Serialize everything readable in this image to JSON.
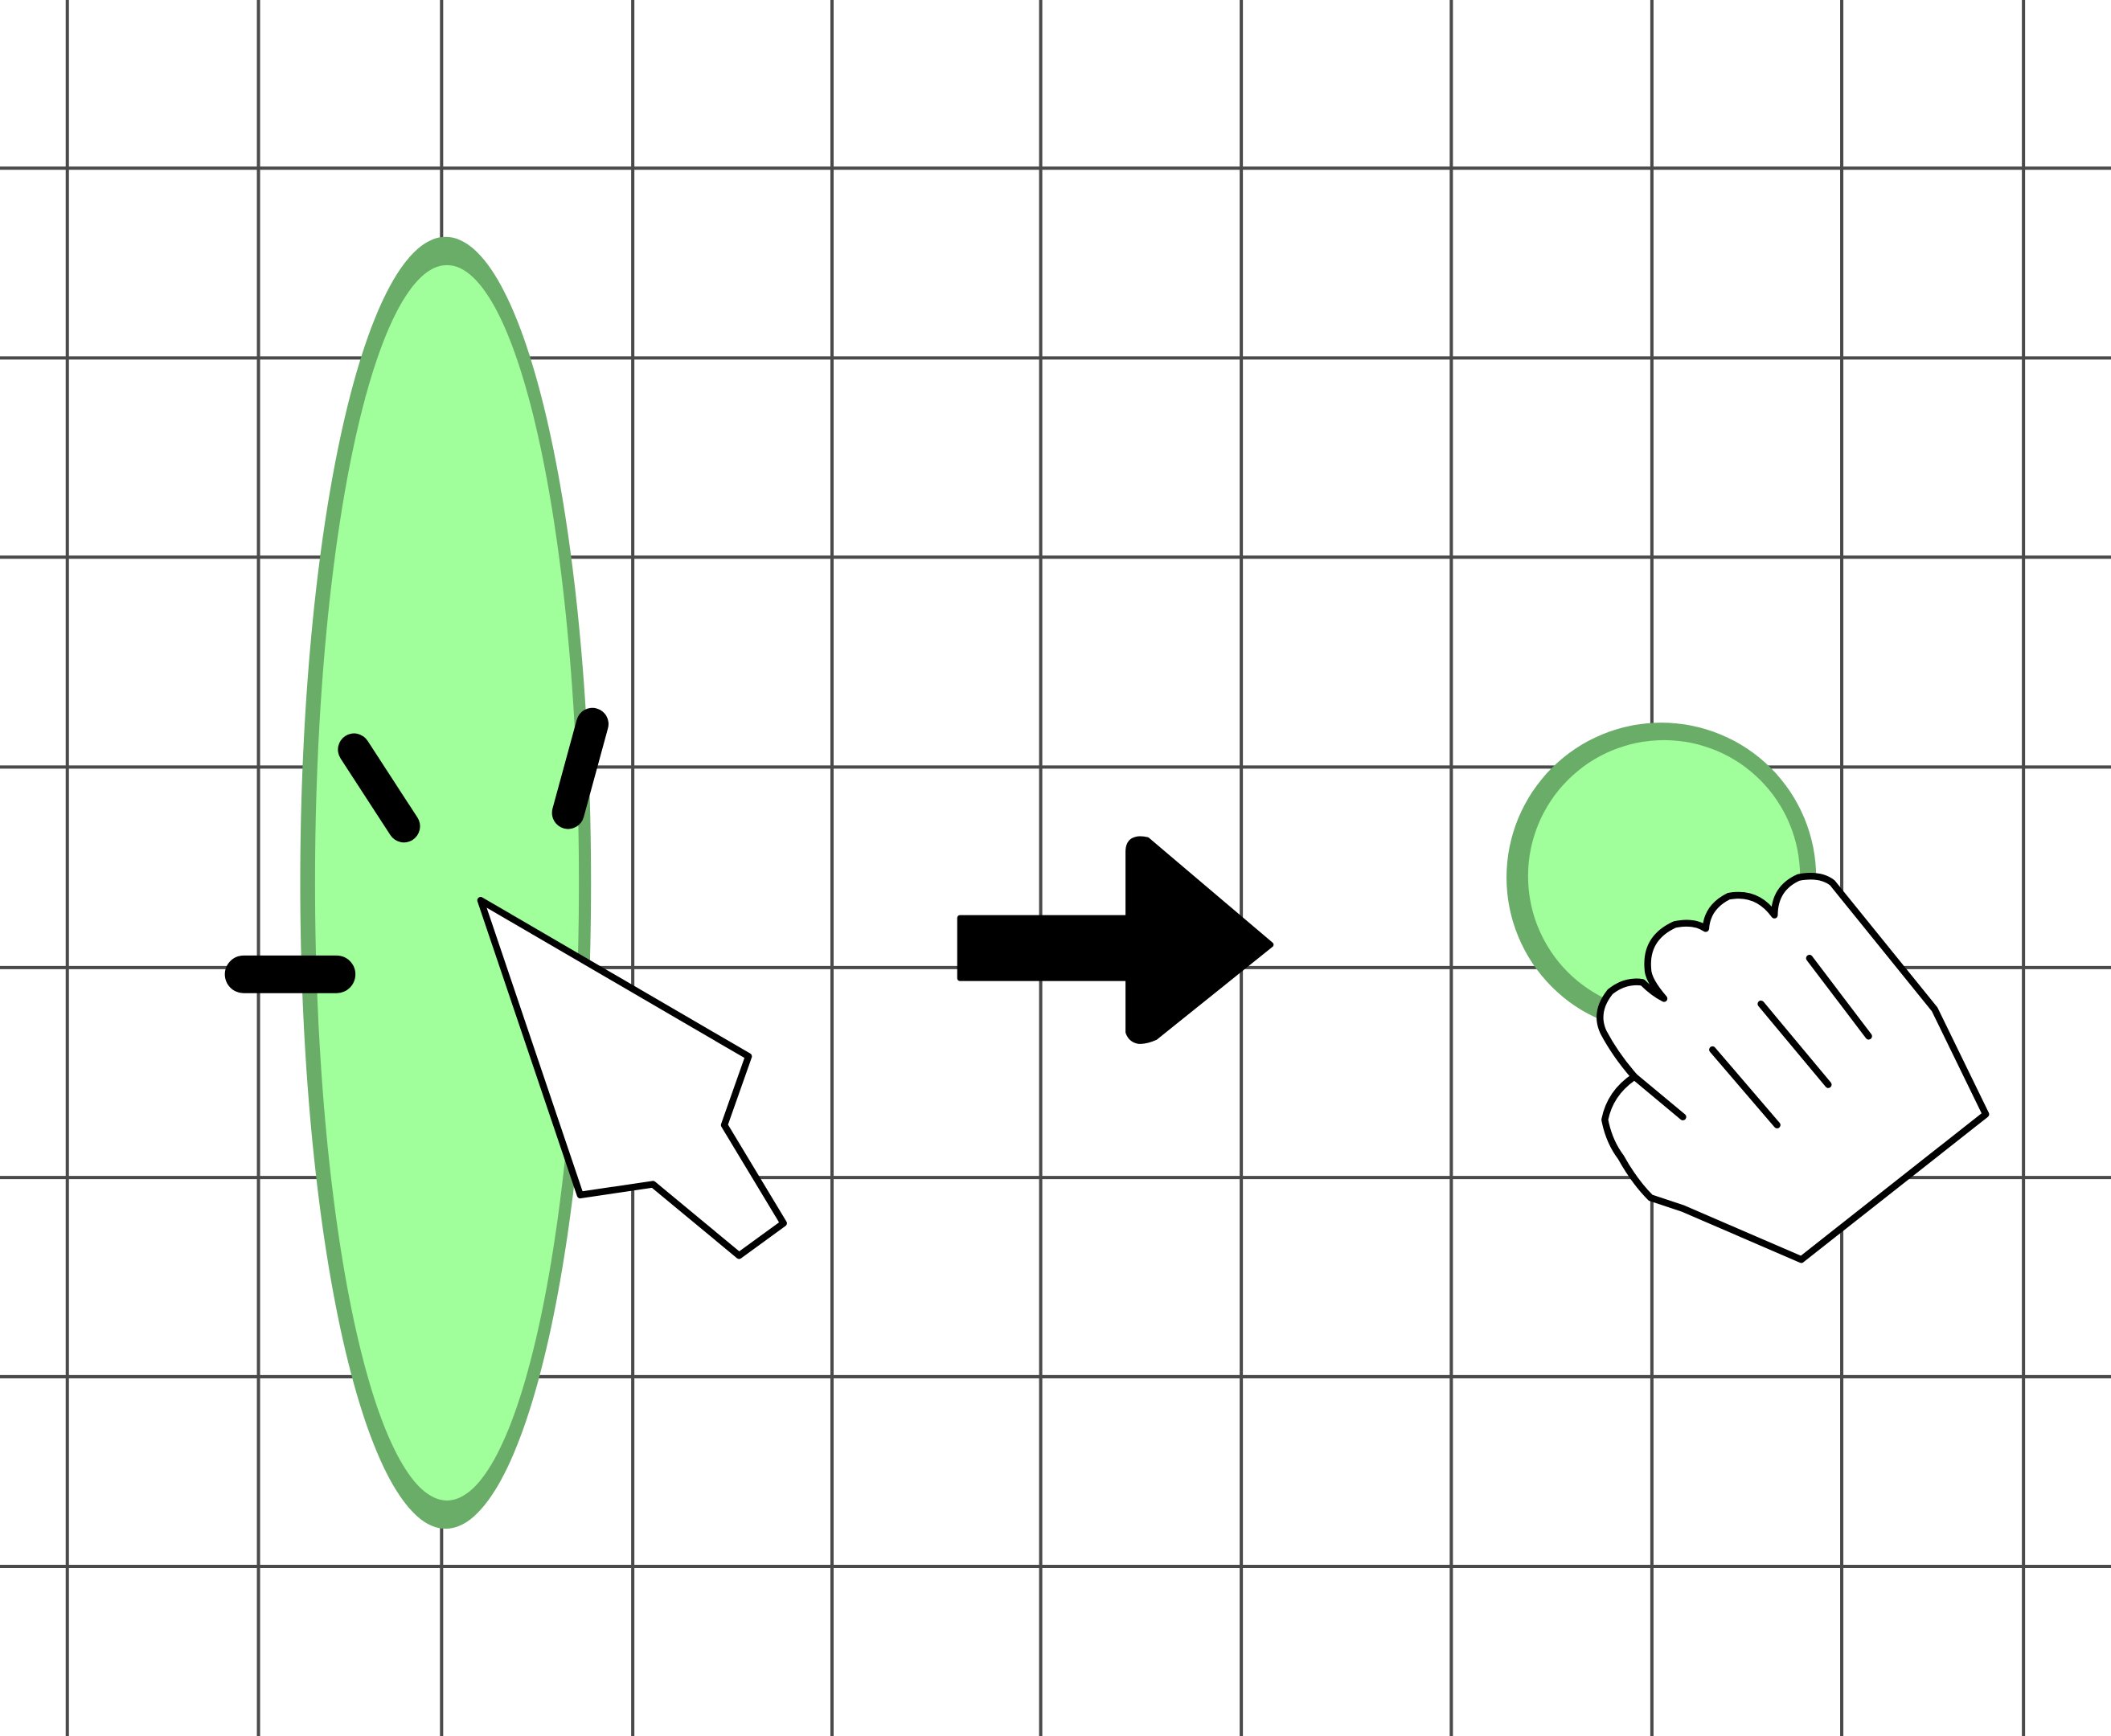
{
  "figure": {
    "background_color": "#ffffff",
    "grid": {
      "visible": true,
      "line_color": "#4a4a4a"
    },
    "before": {
      "shape": "ellipse",
      "state": "stretched",
      "fill_color": "#a0ff9a",
      "stroke_color": "#6aad68",
      "motion_marks": 3,
      "pointer_icon": "arrow-cursor-icon"
    },
    "transition": {
      "icon": "right-arrow-icon",
      "color": "#000000"
    },
    "after": {
      "shape": "circle",
      "state": "released",
      "fill_color": "#a0ff9a",
      "stroke_color": "#6aad68",
      "pointer_icon": "grab-hand-icon"
    }
  }
}
